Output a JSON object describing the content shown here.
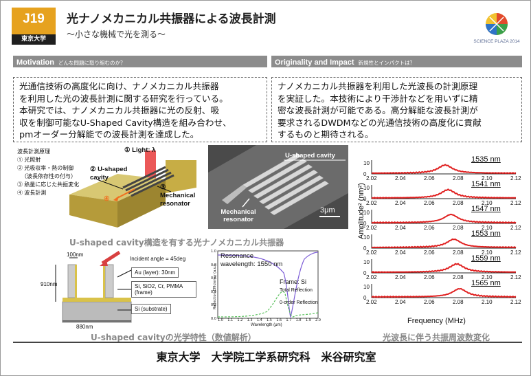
{
  "header": {
    "badge_id": "J19",
    "university": "東京大学",
    "title": "光ナノメカニカル共振器による波長計測",
    "subtitle": "～小さな機械で光を測る～",
    "logo_text": "SCIENCE PLAZA 2014"
  },
  "motivation": {
    "label": "Motivation",
    "question": "どんな問題に取り組むのか？",
    "text": "光通信技術の高度化に向け、ナノメカニカル共振器\nを利用した光の波長計測に関する研究を行っている。\n本研究では、ナノメカニカル共振器に光の反射、吸\n収を制御可能なU-Shaped Cavity構造を組み合わせ、\npmオーダー分解能での波長計測を達成した。"
  },
  "impact": {
    "label": "Originality and Impact",
    "question": "新規性とインパクトは？",
    "text": "ナノメカニカル共振器を利用した光波長の計測原理\nを実証した。本技術により干渉計などを用いずに精\n密な波長計測が可能である。高分解能な波長計測が\n要求されるDWDMなどの光通信技術の高度化に貢献\nするものと期待される。"
  },
  "principle": {
    "title": "波長計測原理",
    "steps": [
      "① 光照射",
      "② 光吸収率・熱の制御",
      "（波長依存性の付与）",
      "③ 熱量に応じた共振変化",
      "④ 波長計測"
    ],
    "light": "① Light: λ",
    "ucavity": "② U-shaped cavity",
    "mech": "③ Mechanical resonator",
    "marker4": "④",
    "caption": "U-shaped cavity構造を有する光ナノメカニカル共振器"
  },
  "sem": {
    "ucavity": "U-shaped cavity",
    "mech": "Mechanical resonator",
    "scale": "3μm"
  },
  "cross": {
    "d100": "100nm",
    "d910": "910nm",
    "d880": "880nm",
    "incident": "Incident angle = 45deg",
    "au": "Au (layer): 30nm",
    "frame": "Si, SiO2, Cr, PMMA (frame)",
    "si": "Si (substrate)",
    "caption": "U-shaped cavityの光学特性（数値解析）"
  },
  "sim": {
    "res_label": "Resonance",
    "res_wl": "wavelength:  1550 nm",
    "frame": "Frame: Si",
    "total": "Total Reflection",
    "zero": "0-order Reflection",
    "xlabel": "Wavelength (μm)",
    "ylabel": "Reflection Efficiency (a.u.)",
    "xticks": [
      "1.0",
      "1.1",
      "1.2",
      "1.3",
      "1.4",
      "1.5",
      "1.6",
      "1.7",
      "1.8",
      "1.9",
      "2.0"
    ],
    "yticks": [
      "1.0",
      "0.8",
      "0.6",
      "0.4",
      "0.2",
      "0.0"
    ]
  },
  "chart_data": {
    "type": "line",
    "title": "光波長に伴う共振周波数変化",
    "xlabel": "Frequency (MHz)",
    "ylabel": "Amplitude² (nm²)",
    "xlim": [
      2.02,
      2.12
    ],
    "xticks": [
      "2.02",
      "2.04",
      "2.06",
      "2.08",
      "2.10",
      "2.12"
    ],
    "yticks": [
      "10",
      "0"
    ],
    "series": [
      {
        "name": "1535 nm",
        "peak": 2.071
      },
      {
        "name": "1541 nm",
        "peak": 2.073
      },
      {
        "name": "1547 nm",
        "peak": 2.075
      },
      {
        "name": "1553 nm",
        "peak": 2.077
      },
      {
        "name": "1559 nm",
        "peak": 2.079
      },
      {
        "name": "1565 nm",
        "peak": 2.081
      }
    ]
  },
  "footer": "東京大学　大学院工学系研究科　米谷研究室"
}
